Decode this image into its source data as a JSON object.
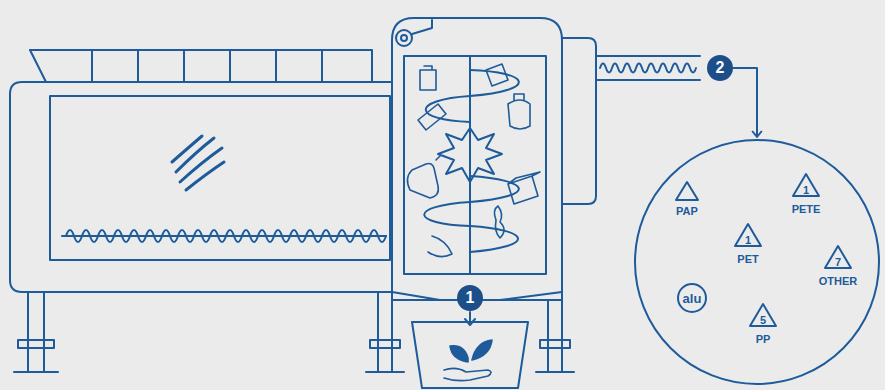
{
  "diagram": {
    "nodes": [
      {
        "text": [
          "1"
        ]
      },
      {
        "text": [
          "2"
        ]
      },
      {
        "text": [
          "PAP",
          "1",
          "PETE",
          "1",
          "PET",
          "alu",
          "7",
          "OTHER",
          "5",
          "PP"
        ]
      }
    ],
    "edges": [
      {
        "from": 1,
        "to": 2,
        "arrow": "to"
      }
    ]
  }
}
